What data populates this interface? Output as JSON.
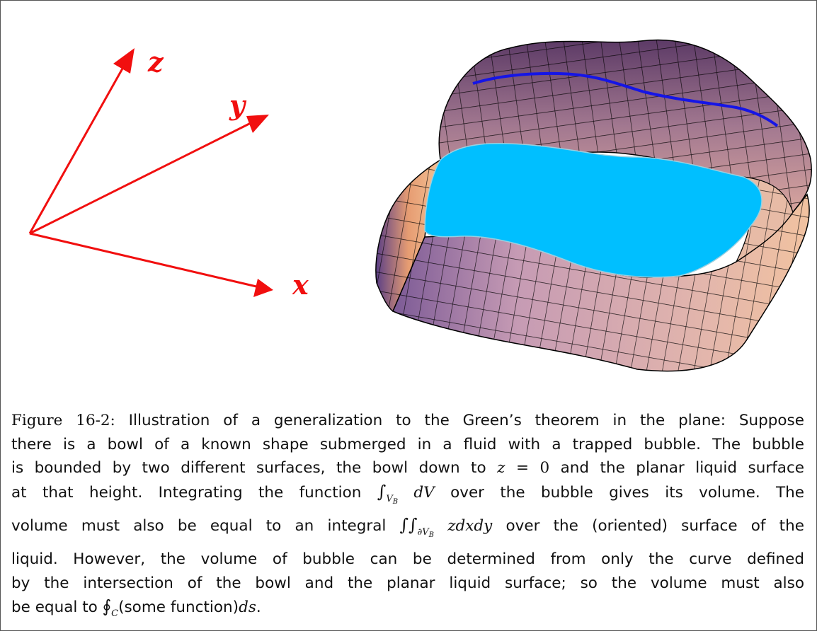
{
  "figure": {
    "axes": {
      "x": "x",
      "y": "y",
      "z": "z"
    },
    "colors": {
      "axes": "#f10f0f",
      "liquid_surface": "#00bfff",
      "intersection_curve": "#1515e6",
      "mesh_lines": "#000000",
      "bowl_light": "#f5c8a0",
      "bowl_mid": "#c99aa6",
      "bowl_dark": "#6e4a7a"
    }
  },
  "caption": {
    "label": "Figure 16-2:",
    "t1": "Illustration of a generalization to the Green’s theorem in the plane: Suppose",
    "t2": "there is a bowl of a known shape submerged in a fluid with a trapped bubble. The bubble",
    "t3a": "is bounded by two different surfaces, the bowl down to",
    "z_var": "z",
    "eq_zero": " = 0 ",
    "t3b": "and the planar liquid surface",
    "t4a": "at that height. Integrating the function",
    "int_symbol": "∫",
    "sub_vb": "V",
    "sub_b": "B",
    "dV": "dV",
    "t4b": "over the bubble gives its volume. The",
    "t5a": "volume must also be equal to an integral",
    "double_int": "∫∫",
    "sub_dvb": "∂V",
    "zdxdy": "zdxdy",
    "t5b": "over the (oriented) surface of the",
    "t6": "liquid. However, the volume of bubble can be determined from only the curve defined",
    "t7": "by the intersection of the bowl and the planar liquid surface; so the volume must also",
    "t8a": "be equal to",
    "oint": "∮",
    "sub_c": "C",
    "t8b": "(some function)",
    "ds": "ds",
    "t8c": "."
  }
}
